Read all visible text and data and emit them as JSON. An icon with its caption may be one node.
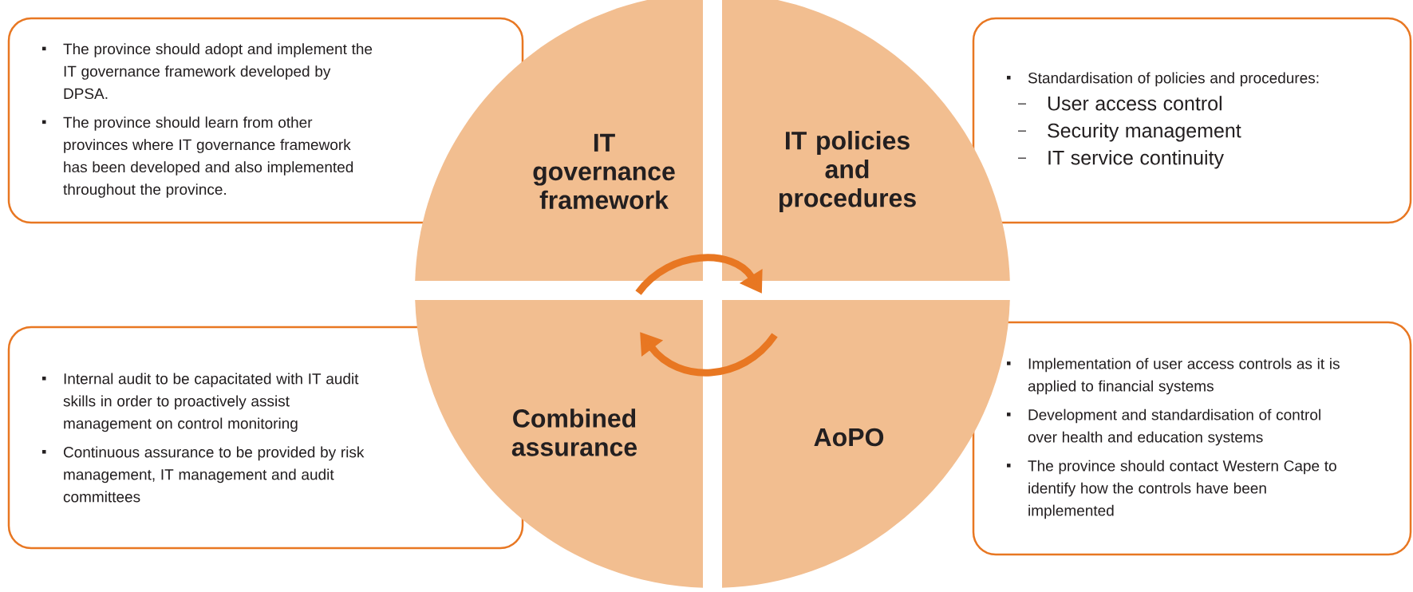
{
  "diagram": {
    "nodes": [
      {
        "text": [
          "The province should adopt and implement the IT governance framework developed by DPSA.",
          "The province should learn from other provinces where IT governance framework has been developed and also implemented throughout the province."
        ]
      },
      {
        "text": [
          "IT governance framework"
        ]
      },
      {
        "text": [
          "IT policies and procedures"
        ]
      },
      {
        "text": [
          "Standardisation of policies and procedures:",
          "User access control",
          "Security management",
          "IT service continuity"
        ]
      },
      {
        "text": [
          "Internal audit to be capacitated with IT audit skills in order to proactively assist management on control monitoring",
          "Continuous assurance to be provided by risk management, IT management and audit committees"
        ]
      },
      {
        "text": [
          "Combined assurance"
        ]
      },
      {
        "text": [
          "AoPO"
        ]
      },
      {
        "text": [
          "Implementation of user access controls as it is applied to financial systems",
          "Development and standardisation of control over health and education systems",
          "The province should contact Western Cape to identify how the controls have been implemented"
        ]
      }
    ],
    "edges": [
      {
        "from": 1,
        "to": 2,
        "arrow": "to"
      },
      {
        "from": 6,
        "to": 5,
        "arrow": "to"
      }
    ]
  }
}
